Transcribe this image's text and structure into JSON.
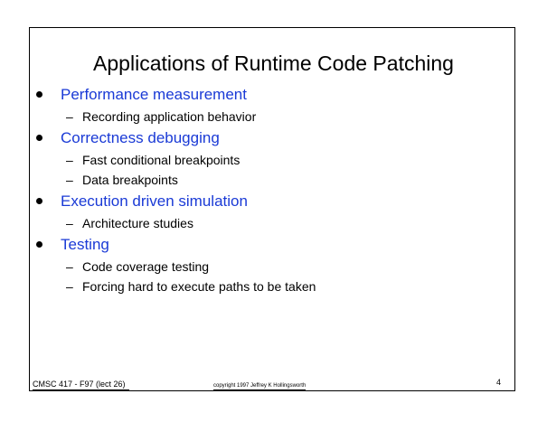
{
  "slide": {
    "title": "Applications of Runtime Code Patching",
    "bullets": [
      {
        "text": "Performance measurement",
        "subitems": [
          "Recording application behavior"
        ]
      },
      {
        "text": "Correctness debugging",
        "subitems": [
          "Fast conditional breakpoints",
          "Data breakpoints"
        ]
      },
      {
        "text": "Execution driven simulation",
        "subitems": [
          "Architecture studies"
        ]
      },
      {
        "text": "Testing",
        "subitems": [
          "Code coverage testing",
          "Forcing hard to execute paths to be taken"
        ]
      }
    ],
    "sub_dash": "–"
  },
  "footer": {
    "course": "CMSC 417 - F97  (lect 26)",
    "copyright": "copyright 1997 Jeffrey K Hollingsworth",
    "page": "4"
  },
  "colors": {
    "bullet_text": "#1a3ad6",
    "sub_text": "#000000",
    "title": "#000000"
  }
}
